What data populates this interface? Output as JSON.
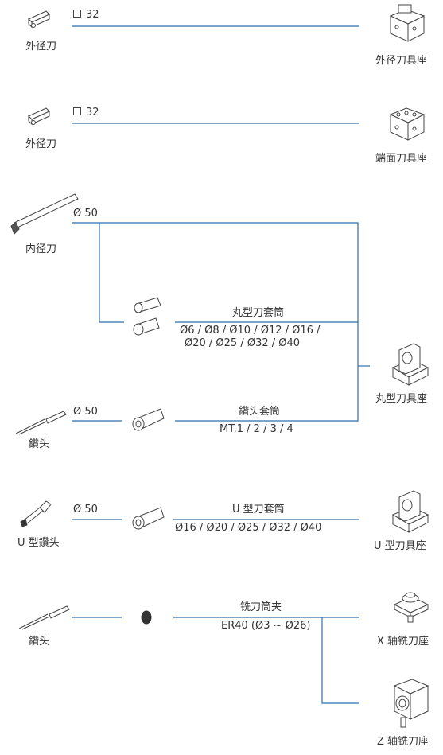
{
  "colors": {
    "line": "#2f6fad",
    "icon_stroke": "#444444",
    "text": "#333333"
  },
  "tools": {
    "od_tool_1": {
      "label": "外径刀",
      "dim": "32"
    },
    "od_tool_2": {
      "label": "外径刀",
      "dim": "32"
    },
    "id_tool": {
      "label": "内径刀",
      "dim": "Ø 50"
    },
    "drill_1": {
      "label": "鑽头",
      "dim": "Ø 50"
    },
    "u_drill": {
      "label": "U 型鑽头",
      "dim": "Ø 50"
    },
    "drill_2": {
      "label": "鑽头"
    }
  },
  "sleeves": {
    "round_sleeve": {
      "title": "丸型刀套筒",
      "spec_line1": "Ø6 / Ø8 / Ø10 / Ø12 / Ø16 /",
      "spec_line2": "Ø20 / Ø25 / Ø32 / Ø40"
    },
    "drill_sleeve": {
      "title": "鑽头套筒",
      "spec": "MT.1 / 2 / 3 / 4"
    },
    "u_sleeve": {
      "title": "U 型刀套筒",
      "spec": "Ø16 / Ø20 / Ø25 / Ø32 / Ø40"
    },
    "collet": {
      "title": "铣刀筒夹",
      "spec": "ER40 (Ø3 ~ Ø26)"
    }
  },
  "holders": {
    "od_holder": {
      "label": "外径刀具座"
    },
    "face_holder": {
      "label": "端面刀具座"
    },
    "round_holder": {
      "label": "丸型刀具座"
    },
    "u_holder": {
      "label": "U 型刀具座"
    },
    "x_mill_holder": {
      "label": "X 轴铣刀座"
    },
    "z_mill_holder": {
      "label": "Z 轴铣刀座"
    }
  }
}
